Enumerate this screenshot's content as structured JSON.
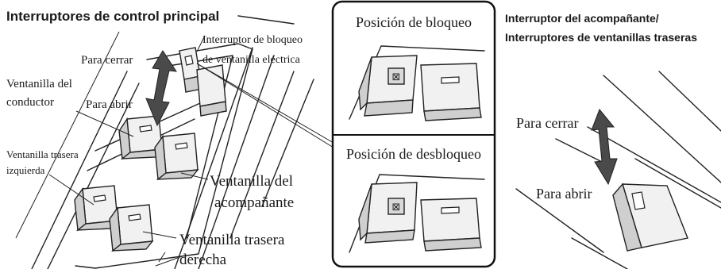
{
  "titles": {
    "main_switches": "Interruptores de control principal",
    "passenger_switch_line1": "Interruptor del acompañante/",
    "passenger_switch_line2": "Interruptores de ventanillas traseras"
  },
  "labels": {
    "close_left": "Para cerrar",
    "open_left": "Para abrir",
    "lock_switch_line1": "Interruptor de bloqueo",
    "lock_switch_line2": "de ventanilla eléctrica",
    "driver_window_line1": "Ventanilla del",
    "driver_window_line2": "conductor",
    "rear_left_line1": "Ventanilla trasera",
    "rear_left_line2": "izquierda",
    "passenger_window_line1": "Ventanilla del",
    "passenger_window_line2": "acompañante",
    "rear_right_line1": "Ventanilla trasera",
    "rear_right_line2": "derecha",
    "lock_position": "Posición de bloqueo",
    "unlock_position": "Posición de desbloqueo",
    "close_right": "Para cerrar",
    "open_right": "Para abrir"
  }
}
